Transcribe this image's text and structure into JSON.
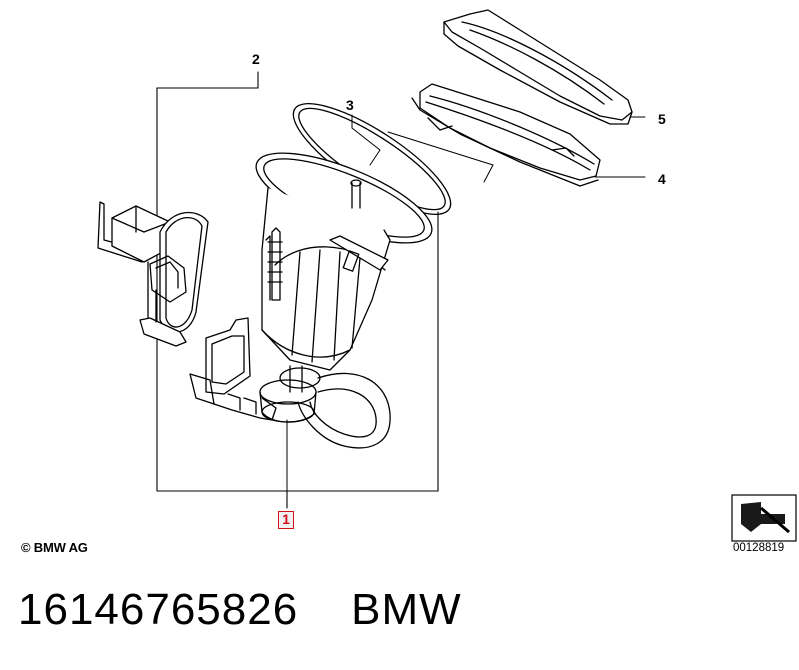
{
  "callouts": {
    "c1": "1",
    "c2": "2",
    "c3": "3",
    "c4": "4",
    "c5": "5"
  },
  "highlighted_callout": "1",
  "highlight_color": "#d0121b",
  "copyright": "© BMW AG",
  "diagram_ref": "00128819",
  "part_number": "16146765826",
  "brand": "BMW",
  "footer_separator": "    "
}
